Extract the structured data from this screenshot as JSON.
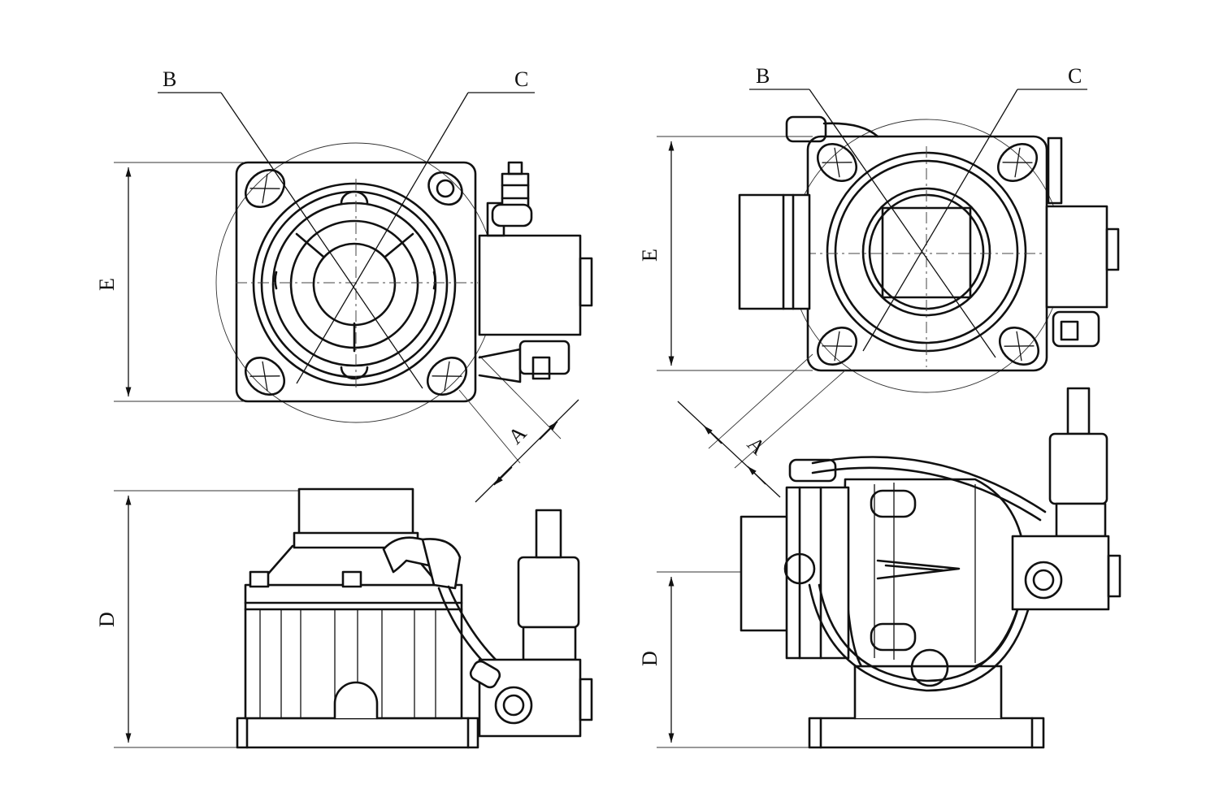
{
  "colors": {
    "line": "#111111",
    "background": "#ffffff"
  },
  "labels": {
    "top_left": {
      "b": "B",
      "c": "C",
      "e": "E",
      "a": "A"
    },
    "top_right": {
      "b": "B",
      "c": "C",
      "e": "E",
      "a": "A"
    },
    "bottom_left": {
      "d": "D"
    },
    "bottom_right": {
      "d": "D"
    }
  }
}
